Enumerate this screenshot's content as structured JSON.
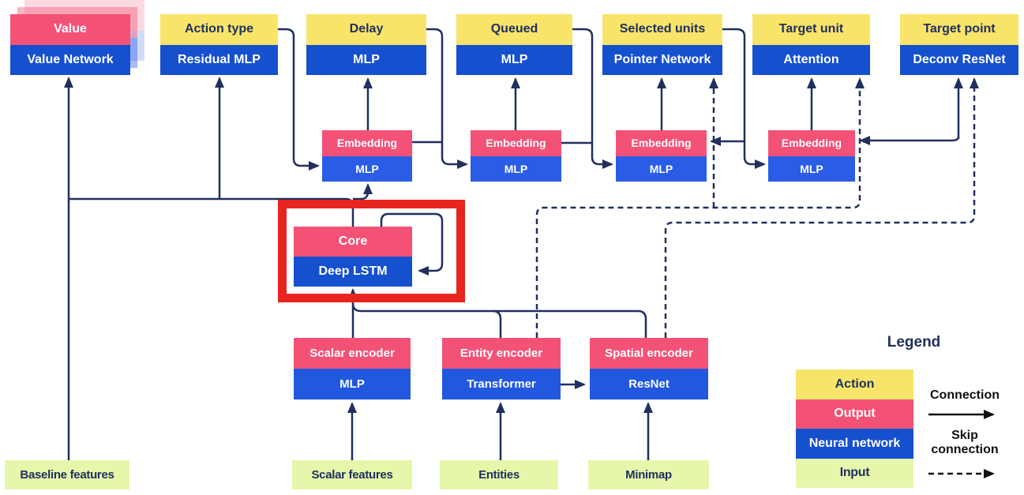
{
  "diagram": {
    "heads": [
      {
        "action": "Value",
        "network": "Value Network"
      },
      {
        "action": "Action type",
        "network": "Residual MLP"
      },
      {
        "action": "Delay",
        "network": "MLP"
      },
      {
        "action": "Queued",
        "network": "MLP"
      },
      {
        "action": "Selected units",
        "network": "Pointer Network"
      },
      {
        "action": "Target unit",
        "network": "Attention"
      },
      {
        "action": "Target point",
        "network": "Deconv ResNet"
      }
    ],
    "embeddings": [
      {
        "output": "Embedding",
        "network": "MLP"
      },
      {
        "output": "Embedding",
        "network": "MLP"
      },
      {
        "output": "Embedding",
        "network": "MLP"
      },
      {
        "output": "Embedding",
        "network": "MLP"
      }
    ],
    "core": {
      "output": "Core",
      "network": "Deep LSTM"
    },
    "encoders": [
      {
        "output": "Scalar encoder",
        "network": "MLP"
      },
      {
        "output": "Entity encoder",
        "network": "Transformer"
      },
      {
        "output": "Spatial encoder",
        "network": "ResNet"
      }
    ],
    "inputs": [
      "Baseline features",
      "Scalar features",
      "Entities",
      "Minimap"
    ]
  },
  "legend": {
    "title": "Legend",
    "rows": [
      {
        "label": "Action"
      },
      {
        "label": "Output"
      },
      {
        "label": "Neural network"
      },
      {
        "label": "Input"
      }
    ],
    "connection_label": "Connection",
    "skip_label": "Skip connection"
  },
  "colors": {
    "action_yellow": "#F8E469",
    "output_pink": "#F35276",
    "network_blue": "#1550CE",
    "input_green": "#E6F7AC",
    "line_navy": "#20305E",
    "highlight_red": "#E8241F"
  }
}
